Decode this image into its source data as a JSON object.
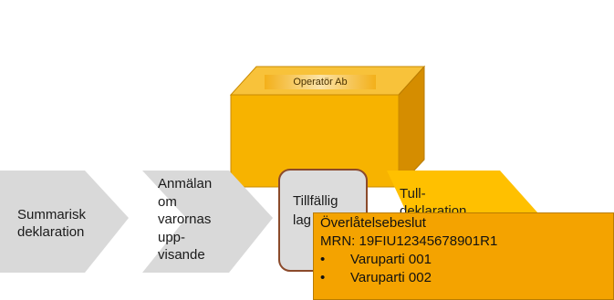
{
  "operator": {
    "label": "Operatör Ab"
  },
  "steps": [
    {
      "label": "Summarisk\ndeklaration"
    },
    {
      "label": "Anmälan\nom\nvarornas\nupp-\nvisande"
    },
    {
      "label": "Tillfällig\nlag"
    },
    {
      "label": "Tull-\ndeklaration"
    }
  ],
  "popup": {
    "title": "Överlåtelsebeslut",
    "mrn": "MRN: 19FIU12345678901R1",
    "items": [
      "Varuparti 001",
      "Varuparti 002"
    ],
    "bullet": "•"
  },
  "colors": {
    "chevron_grey": "#d9d9d9",
    "chevron_yellow": "#ffc000",
    "box_front": "#f7b300",
    "box_top": "#f8c23a",
    "box_side": "#d58d00",
    "storage_border": "#8b4a2b",
    "popup_fill": "#f4a300"
  }
}
